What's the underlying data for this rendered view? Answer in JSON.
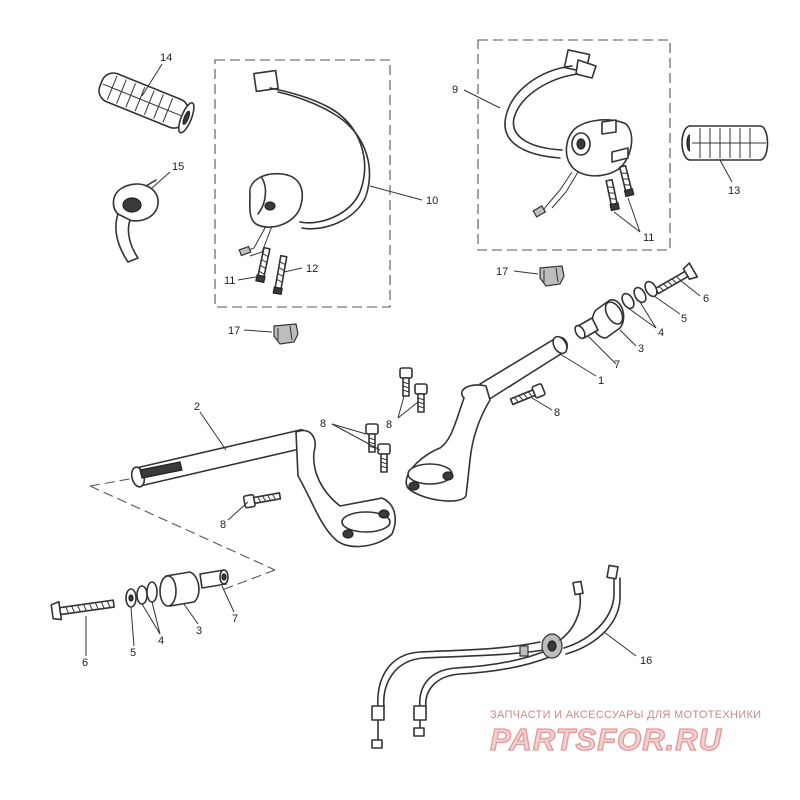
{
  "diagram": {
    "callouts": {
      "c1": "1",
      "c2": "2",
      "c3a": "3",
      "c3b": "3",
      "c4a": "4",
      "c4b": "4",
      "c5a": "5",
      "c5b": "5",
      "c6a": "6",
      "c6b": "6",
      "c7a": "7",
      "c7b": "7",
      "c8a": "8",
      "c8b": "8",
      "c8c": "8",
      "c8d": "8",
      "c9": "9",
      "c10": "10",
      "c11a": "11",
      "c11b": "11",
      "c12": "12",
      "c13": "13",
      "c14": "14",
      "c15": "15",
      "c16": "16",
      "c17a": "17",
      "c17b": "17"
    }
  },
  "watermark": {
    "tagline": "ЗАПЧАСТИ И АКСЕССУАРЫ ДЛЯ МОТОТЕХНИКИ",
    "brand": "PARTSFOR.RU"
  },
  "colors": {
    "line": "#333333",
    "watermark_fill": "#f2d0d0",
    "watermark_stroke": "#e09a9a",
    "tagline": "#c98b8b"
  }
}
